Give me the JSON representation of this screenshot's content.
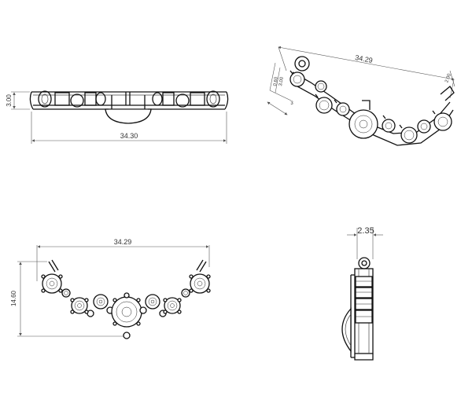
{
  "views": {
    "front": {
      "dim_length": "34.30",
      "dim_height": "3.00"
    },
    "iso": {
      "dim_length": "34.29",
      "dim_small_a": "0.60",
      "dim_small_b": "3.00",
      "dim_side": "3",
      "dim_small_c": "2.00"
    },
    "top": {
      "dim_length": "34.29",
      "dim_height": "14.60"
    },
    "side": {
      "dim_width": "2.35"
    }
  }
}
